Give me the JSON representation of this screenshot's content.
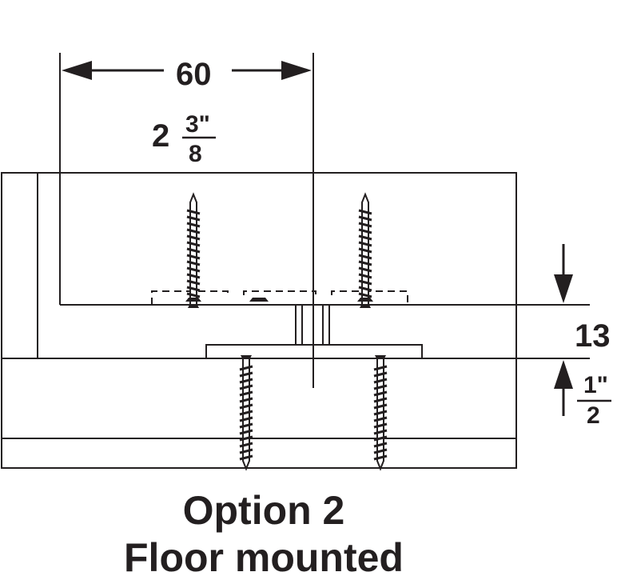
{
  "dimensions": {
    "width_mm": "60",
    "width_in_whole": "2",
    "width_in_num": "3\"",
    "width_in_den": "8",
    "height_mm": "13",
    "height_in_num": "1\"",
    "height_in_den": "2"
  },
  "caption": {
    "line1": "Option 2",
    "line2": "Floor mounted"
  }
}
